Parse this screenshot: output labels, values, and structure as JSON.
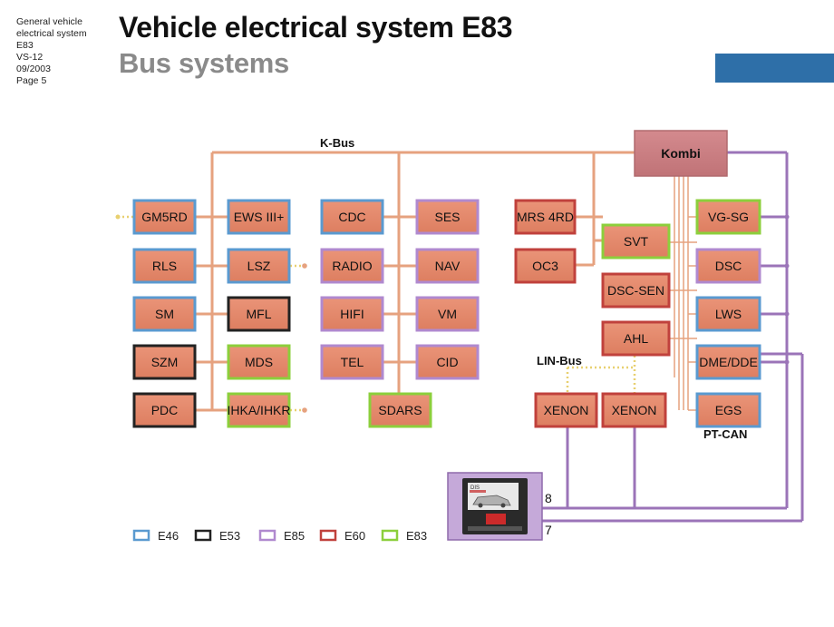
{
  "header": {
    "meta": [
      "General vehicle",
      "electrical system",
      "E83",
      "VS-12",
      "09/2003",
      "Page 5"
    ],
    "title": "Vehicle electrical system E83",
    "subtitle": "Bus systems"
  },
  "colors": {
    "brand": "#2e6fa8",
    "k_bus": "#e6a27f",
    "pt_can": "#9b74b8",
    "module_fill": "#e4886a",
    "kombi_fill": "#c97d82",
    "lin_bus": "#e8d070",
    "E46": "#5a9ad0",
    "E53": "#222222",
    "E85": "#b089cf",
    "E60": "#c0413c",
    "E83": "#8ccf3c"
  },
  "diagram": {
    "bus_labels": {
      "k_bus": "K-Bus",
      "lin_bus": "LIN-Bus",
      "pt_can": "PT-CAN"
    },
    "modules": {
      "kombi": "Kombi",
      "gm5rd": "GM5RD",
      "ews": "EWS III+",
      "cdc": "CDC",
      "ses": "SES",
      "mrs4rd": "MRS 4RD",
      "rls": "RLS",
      "lsz": "LSZ",
      "radio": "RADIO",
      "nav": "NAV",
      "oc3": "OC3",
      "sm": "SM",
      "mfl": "MFL",
      "hifi": "HIFI",
      "vm": "VM",
      "szm": "SZM",
      "mds": "MDS",
      "tel": "TEL",
      "cid": "CID",
      "pdc": "PDC",
      "ihka": "IHKA/IHKR",
      "sdars": "SDARS",
      "svt": "SVT",
      "dsc_sen": "DSC-SEN",
      "ahl": "AHL",
      "xenon_left": "XENON",
      "xenon_right": "XENON",
      "vg_sg": "VG-SG",
      "dsc": "DSC",
      "lws": "LWS",
      "dme_dde": "DME/DDE",
      "egs": "EGS"
    },
    "diagnosis": {
      "screen_label": "DIS",
      "pin_8": "8",
      "pin_7": "7"
    }
  },
  "legend": [
    {
      "label": "E46",
      "color": "#5a9ad0"
    },
    {
      "label": "E53",
      "color": "#222222"
    },
    {
      "label": "E85",
      "color": "#b089cf"
    },
    {
      "label": "E60",
      "color": "#c0413c"
    },
    {
      "label": "E83",
      "color": "#8ccf3c"
    }
  ]
}
